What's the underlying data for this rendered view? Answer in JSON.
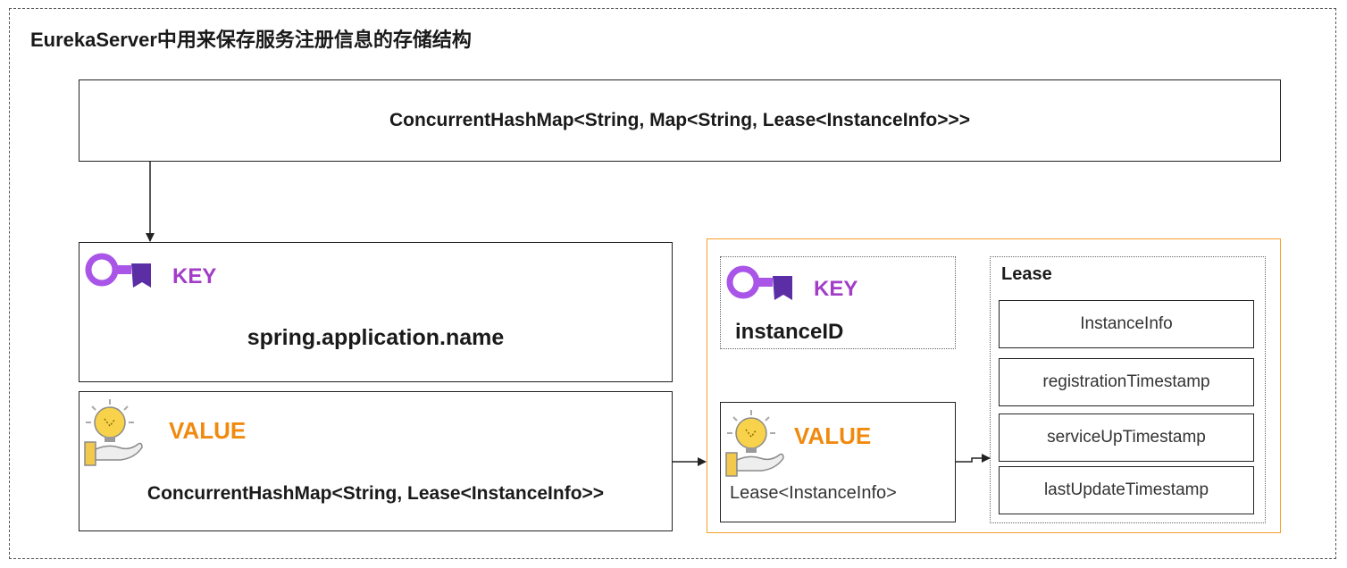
{
  "title": "EurekaServer中用来保存服务注册信息的存储结构",
  "top_map": {
    "text": "ConcurrentHashMap<String, Map<String, Lease<InstanceInfo>>>"
  },
  "outer_key": {
    "label": "KEY",
    "value": "spring.application.name"
  },
  "outer_value": {
    "label": "VALUE",
    "value": "ConcurrentHashMap<String, Lease<InstanceInfo>>"
  },
  "inner_key": {
    "label": "KEY",
    "value": "instanceID"
  },
  "inner_value": {
    "label": "VALUE",
    "value": "Lease<InstanceInfo>"
  },
  "lease": {
    "title": "Lease",
    "fields": [
      "InstanceInfo",
      "registrationTimestamp",
      "serviceUpTimestamp",
      "lastUpdateTimestamp"
    ]
  },
  "colors": {
    "key_label": "#a23dc8",
    "value_label": "#f08a0f",
    "inner_container_border": "#f5a02c",
    "key_icon": "#a855e8",
    "key_icon_dark": "#5b2ea6",
    "bulb": "#f7d24a"
  },
  "icons": {
    "key": "key-icon",
    "value": "lightbulb-hand-icon"
  }
}
